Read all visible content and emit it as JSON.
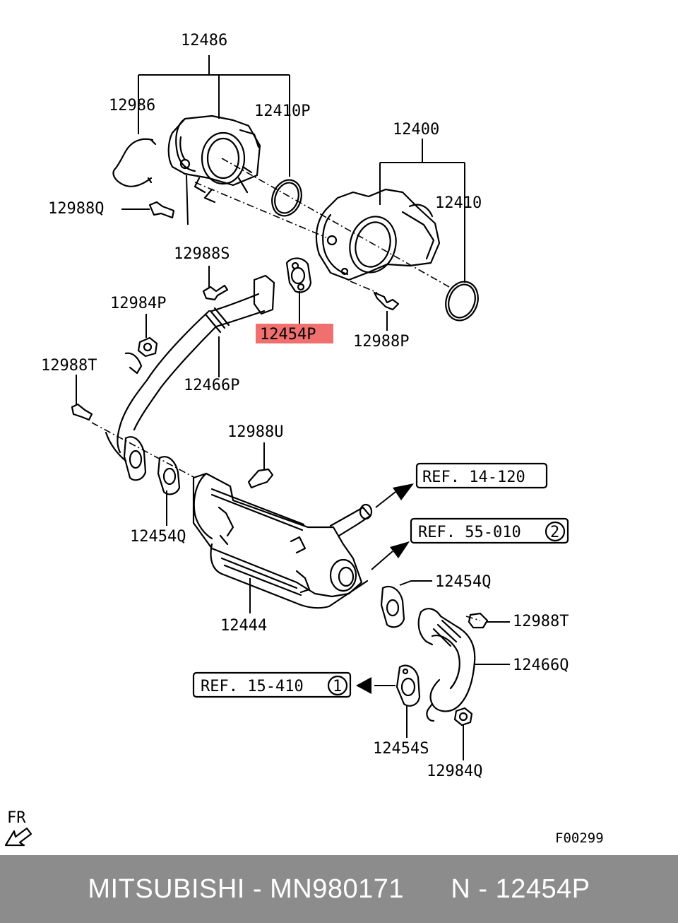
{
  "labels": {
    "p12486": "12486",
    "p12986": "12986",
    "p12410P": "12410P",
    "p12400": "12400",
    "p12410": "12410",
    "p12988Q": "12988Q",
    "p12988S": "12988S",
    "p12984P": "12984P",
    "p12454P": "12454P",
    "p12988P": "12988P",
    "p12988T_top": "12988T",
    "p12466P": "12466P",
    "p12988U": "12988U",
    "p12454Q_left": "12454Q",
    "p12444": "12444",
    "p12454Q_right": "12454Q",
    "p12988T_right": "12988T",
    "p12466Q": "12466Q",
    "p12454S": "12454S",
    "p12984Q": "12984Q"
  },
  "refs": {
    "ref1": "REF. 14-120",
    "ref2": "REF. 55-010",
    "ref2_circle": "2",
    "ref3": "REF. 15-410",
    "ref3_circle": "1"
  },
  "direction_label": "FR",
  "figure_code": "F00299",
  "highlight_color": "#f07070",
  "footer": {
    "text": "MITSUBISHI - MN980171      N - 12454P"
  }
}
